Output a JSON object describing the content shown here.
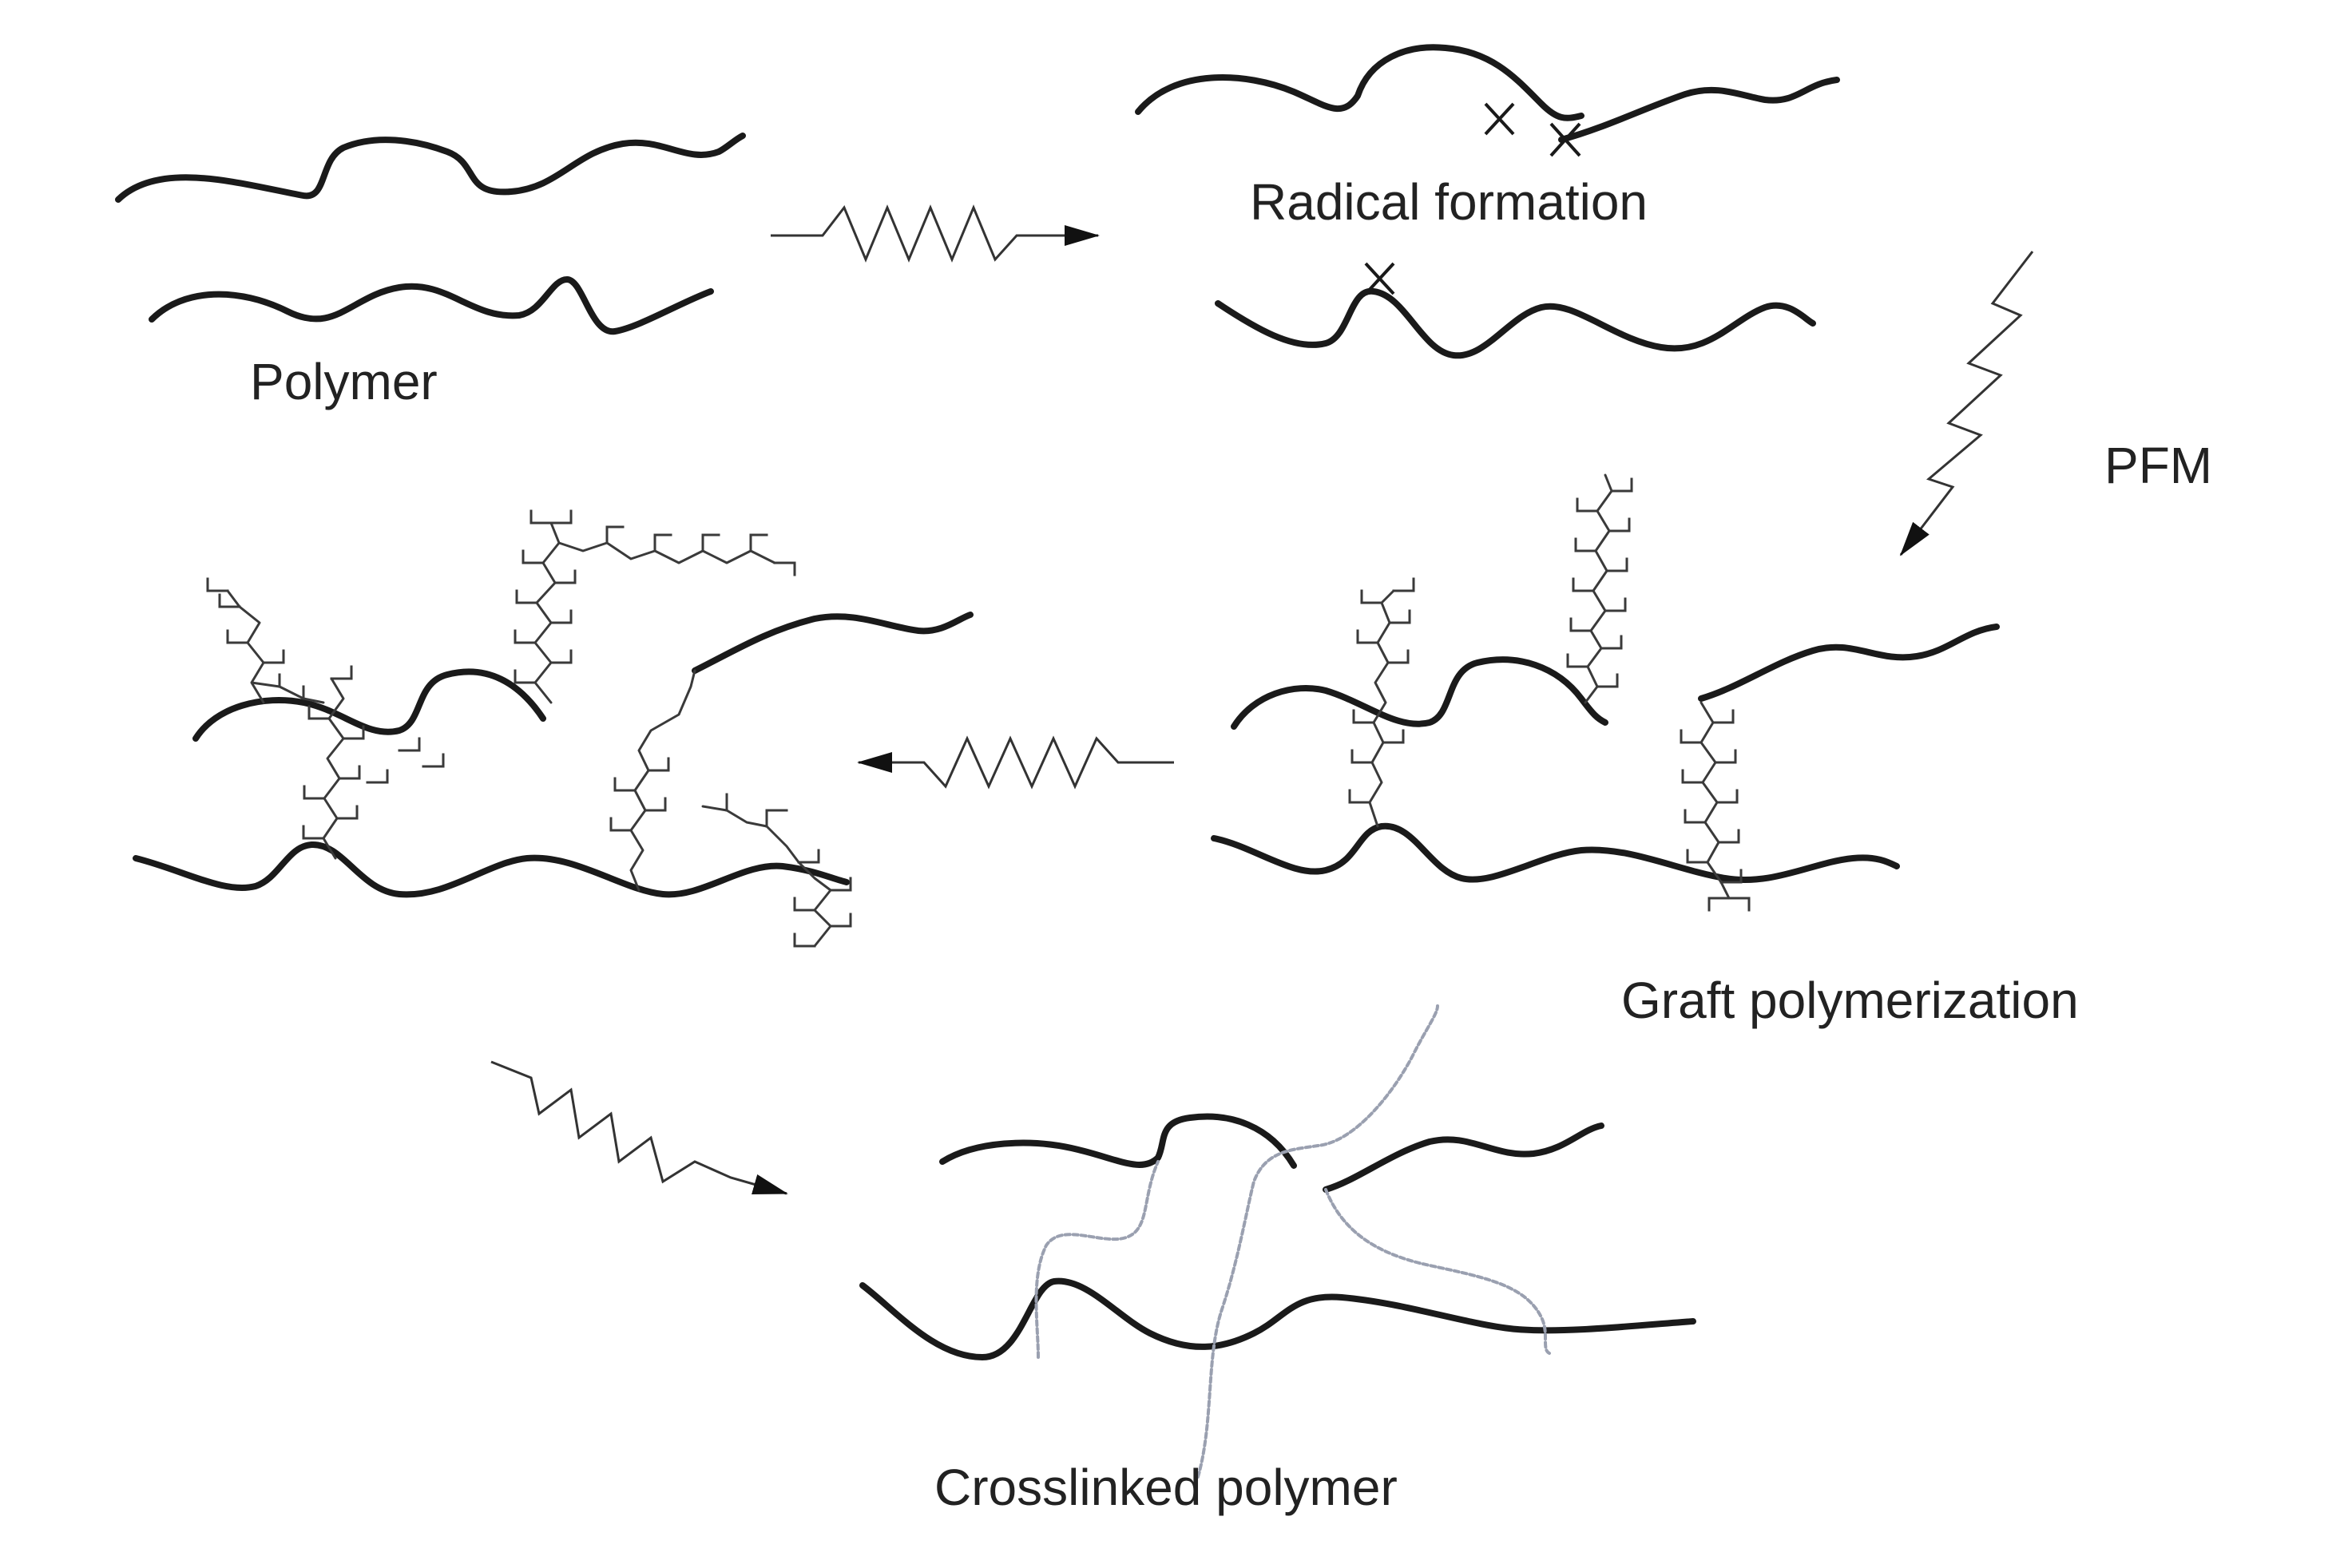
{
  "labels": {
    "polymer": "Polymer",
    "radical_formation": "Radical formation",
    "pfm": "PFM",
    "graft_polymerization": "Graft polymerization",
    "crosslinked_polymer": "Crosslinked polymer"
  },
  "radical_symbol": "X",
  "colors": {
    "chain": "#1a1a1a",
    "graft": "#3a3a3a",
    "crosslink": "#9aa0b0",
    "text": "#222222"
  }
}
